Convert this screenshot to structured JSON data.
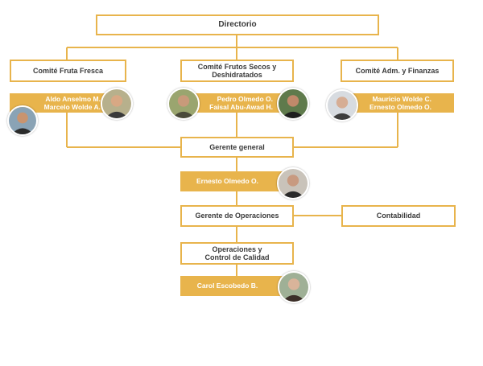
{
  "title": "Directorio",
  "committees": {
    "fruta_fresca": {
      "label": "Comité Fruta Fresca",
      "members": [
        "Aldo Anselmo M.",
        "Marcelo Wolde A."
      ]
    },
    "frutos_secos": {
      "label_line1": "Comité Frutos Secos y",
      "label_line2": "Deshidratados",
      "members": [
        "Pedro Olmedo O.",
        "Faisal Abu-Awad H."
      ]
    },
    "adm_finanzas": {
      "label": "Comité Adm. y Finanzas",
      "members": [
        "Mauricio Wolde C.",
        "Ernesto Olmedo O."
      ]
    }
  },
  "gerente_general": {
    "label": "Gerente general",
    "name": "Ernesto Olmedo O."
  },
  "gerente_operaciones": {
    "label": "Gerente de Operaciones"
  },
  "contabilidad": {
    "label": "Contabilidad"
  },
  "operaciones_calidad": {
    "label_line1": "Operaciones y",
    "label_line2": "Control de Calidad",
    "name": "Carol Escobedo B."
  },
  "colors": {
    "accent": "#e8b44c",
    "text": "#3a3a3a",
    "line": "#e8b44c"
  },
  "icons": [
    "person-photo-avatar"
  ]
}
